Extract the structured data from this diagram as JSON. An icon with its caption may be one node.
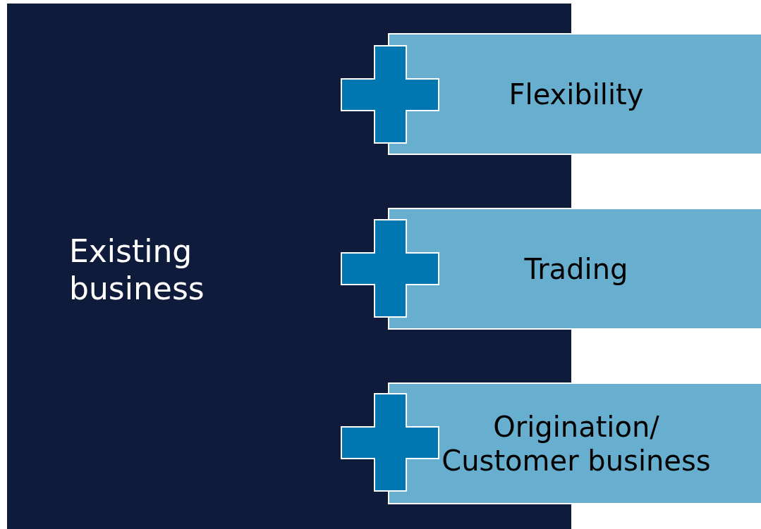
{
  "diagram": {
    "nodes": [
      {
        "text": [
          "Existing business"
        ]
      },
      {
        "text": [
          "Flexibility"
        ]
      },
      {
        "text": [
          "Trading"
        ]
      },
      {
        "text": [
          "Origination/ Customer business"
        ]
      }
    ]
  }
}
